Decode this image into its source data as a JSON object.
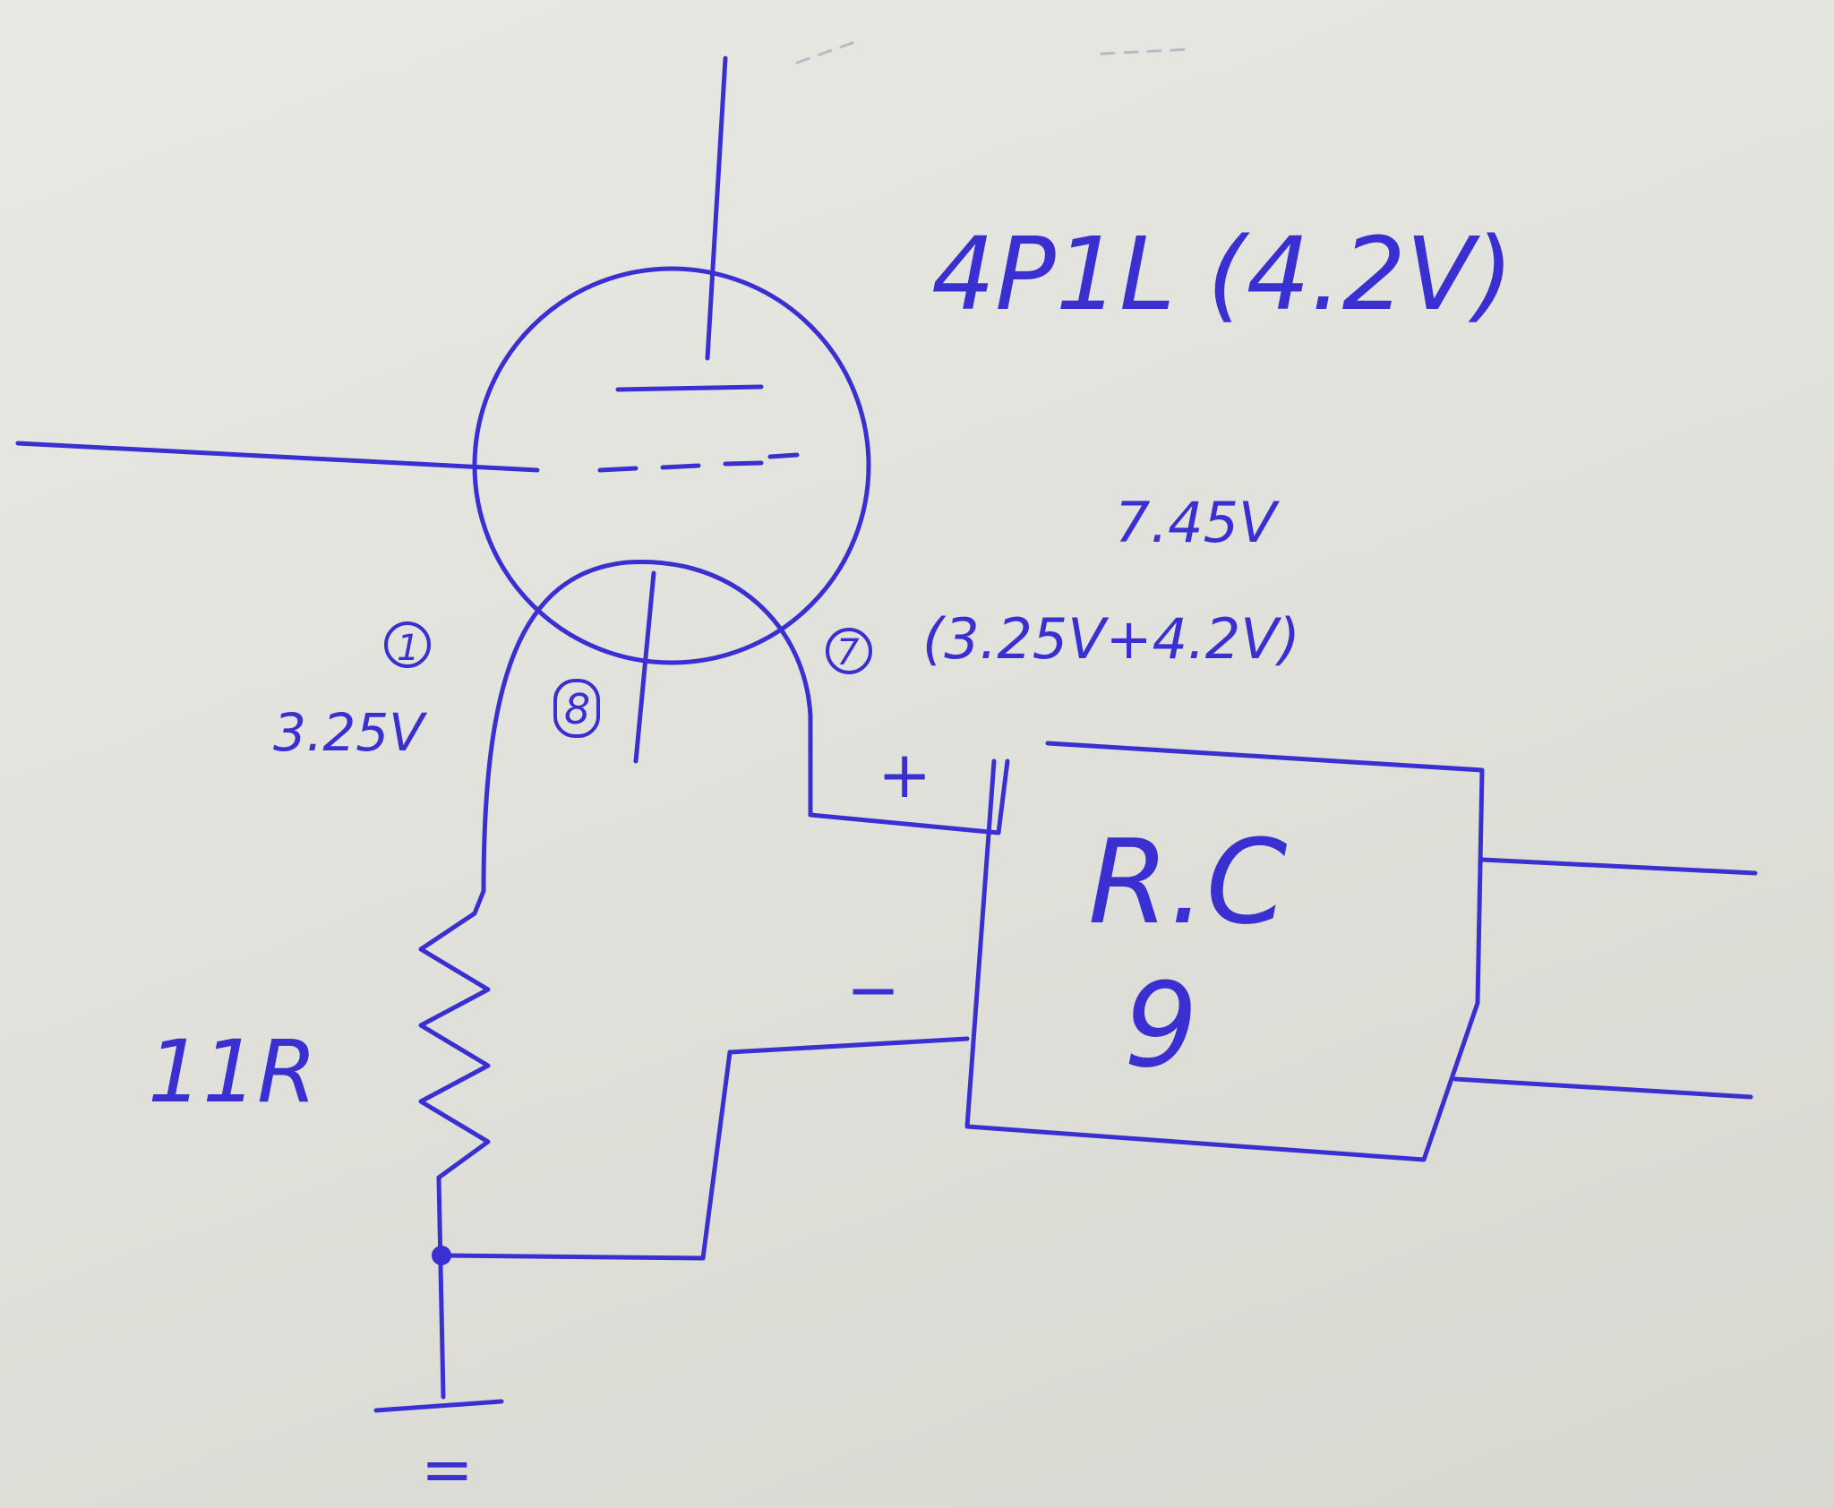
{
  "tube": {
    "title": "4P1L (4.2V)",
    "pin1": "1",
    "pin7": "7",
    "pin8": "8"
  },
  "labels": {
    "pin1_voltage": "3.25V",
    "pin7_voltage": "7.45V",
    "pin7_breakdown": "(3.25V+4.2V)",
    "resistor": "11R",
    "plus": "+",
    "minus": "−",
    "box_line1": "R.C",
    "box_line2": "9",
    "ground": "="
  },
  "colors": {
    "ink": "#3a2fd0",
    "paper": "#e6e6e0"
  }
}
